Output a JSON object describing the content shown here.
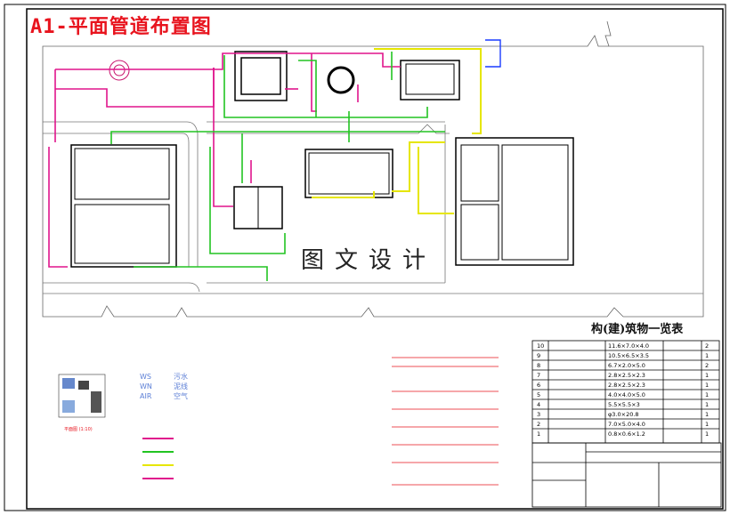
{
  "title": "A1-平面管道布置图",
  "watermark": "图文设计",
  "legend_lines": [
    {
      "code": "WS",
      "label": "污水"
    },
    {
      "code": "WN",
      "label": "泥线"
    },
    {
      "code": "AIR",
      "label": "空气"
    }
  ],
  "site_inset_label": "平面图 (1:10)",
  "table": {
    "title": "构(建)筑物一览表",
    "rows": [
      {
        "no": "10",
        "size": "11.6×7.0×4.0",
        "qty": "2"
      },
      {
        "no": "9",
        "size": "10.5×6.5×3.5",
        "qty": "1"
      },
      {
        "no": "8",
        "size": "6.7×2.0×5.0",
        "qty": "2"
      },
      {
        "no": "7",
        "size": "2.8×2.5×2.3",
        "qty": "1"
      },
      {
        "no": "6",
        "size": "2.8×2.5×2.3",
        "qty": "1"
      },
      {
        "no": "5",
        "size": "4.0×4.0×5.0",
        "qty": "1"
      },
      {
        "no": "4",
        "size": "5.5×5.5×3",
        "qty": "1"
      },
      {
        "no": "3",
        "size": "φ3.0×20.8",
        "qty": "1"
      },
      {
        "no": "2",
        "size": "7.0×5.0×4.0",
        "qty": "1"
      },
      {
        "no": "1",
        "size": "0.8×0.6×1.2",
        "qty": "1"
      }
    ]
  },
  "colors": {
    "frame": "#000000",
    "title": "#e8141e",
    "sewage": "#e0148c",
    "sludge": "#22c422",
    "air": "#e6e600",
    "water": "#1a3cff",
    "dim": "#888888"
  }
}
